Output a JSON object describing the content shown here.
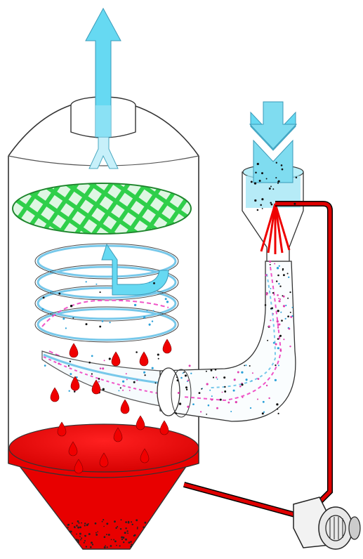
{
  "diagram": {
    "subject": "venturi-scrubber-with-cyclonic-separator",
    "components": [
      "clean-gas-outlet",
      "demister-mesh-pad",
      "cyclonic-separation-section",
      "liquid-droplets",
      "liquid-sump",
      "sludge-discharge-cone",
      "dirty-gas-inlet",
      "venturi-throat",
      "spray-nozzles",
      "elbow-duct",
      "recirculation-pipe",
      "recirculation-pump"
    ],
    "colors": {
      "clean_gas_arrow": "#66d9f2",
      "clean_gas_arrow_light": "#c7f0fa",
      "inlet_gas": "#7fdcf0",
      "demister_mesh": "#2fcf4a",
      "liquid": "#f00000",
      "liquid_dark": "#c80000",
      "vessel_outline": "#333333",
      "spiral_blue": "#77c8ea",
      "particle_pink": "#f055c8"
    }
  }
}
